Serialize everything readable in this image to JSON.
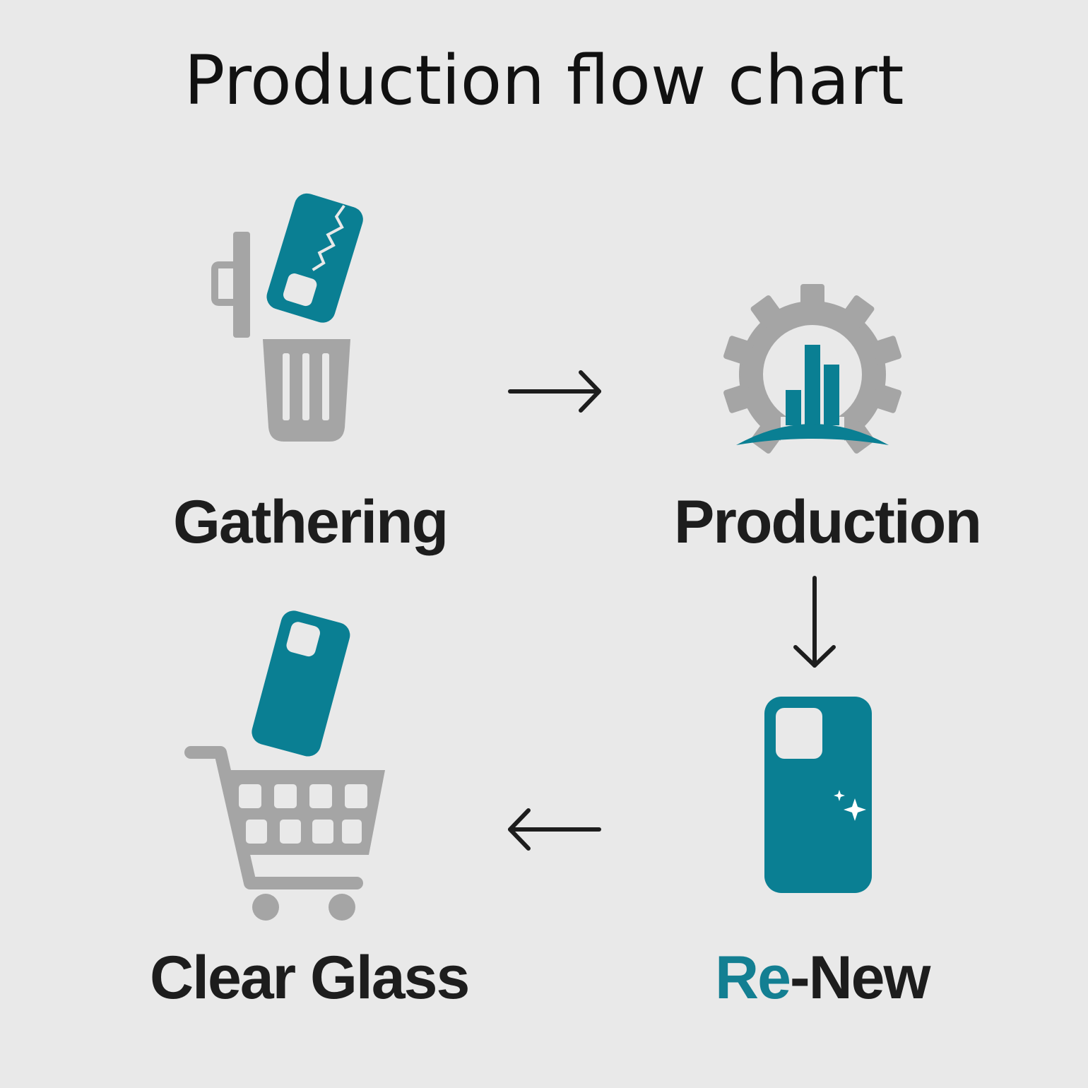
{
  "title": "Production flow chart",
  "colors": {
    "teal": "#0a7f93",
    "gray": "#a5a5a5",
    "background": "#e9e9e9",
    "text": "#1d1d1d"
  },
  "steps": [
    {
      "id": "gathering",
      "label": "Gathering",
      "icon": "broken-phone-trash-icon"
    },
    {
      "id": "production",
      "label": "Production",
      "icon": "gear-chart-icon"
    },
    {
      "id": "renew",
      "label_part1": "Re",
      "label_part2": "-New",
      "icon": "new-phone-case-icon"
    },
    {
      "id": "clear-glass",
      "label": "Clear Glass",
      "icon": "shopping-cart-phone-icon"
    }
  ],
  "arrows": [
    "arrow-right-icon",
    "arrow-down-icon",
    "arrow-left-icon"
  ]
}
